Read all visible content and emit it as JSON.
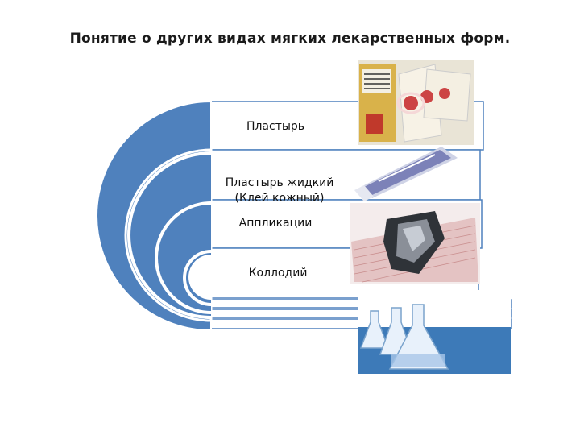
{
  "slide": {
    "title": "Понятие о других видах мягких лекарственных форм."
  },
  "diagram": {
    "items": [
      {
        "label": "Пластырь",
        "photo": "plaster-photo"
      },
      {
        "label": "Пластырь жидкий\n(Клей кожный)",
        "photo": "liquid-plaster-photo"
      },
      {
        "label": "Аппликации",
        "photo": "applications-photo"
      },
      {
        "label": "Коллодий",
        "photo": "collodion-photo"
      }
    ],
    "colors": {
      "arc_fill": "#4f81bd",
      "arc_stroke": "#ffffff",
      "box_stroke": "#4f81bd",
      "box_fill": "#ffffff",
      "text": "#111111"
    }
  }
}
